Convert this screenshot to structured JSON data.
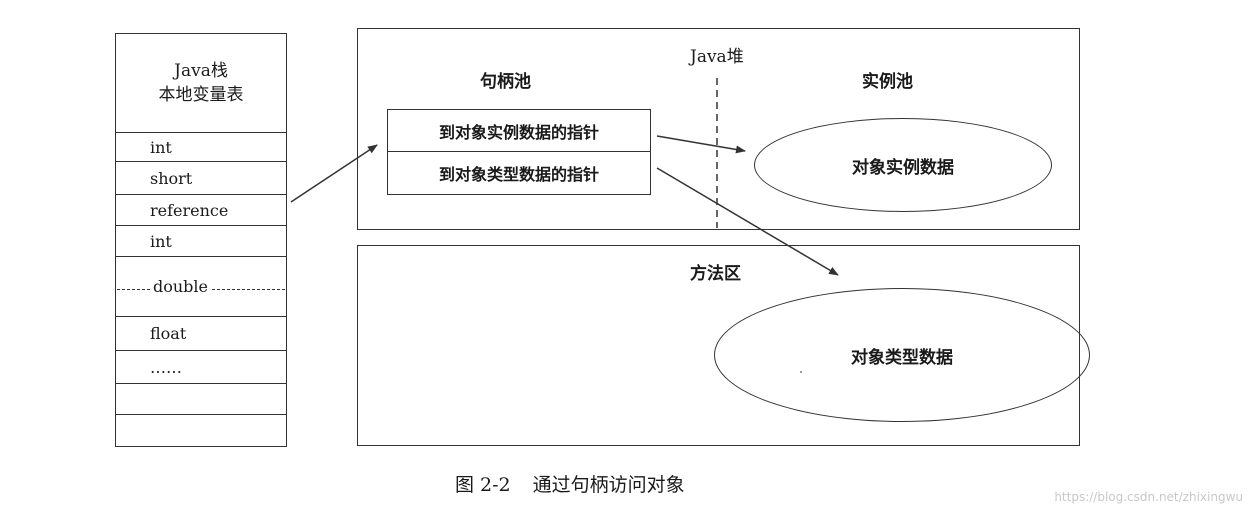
{
  "stack": {
    "title_line1": "Java栈",
    "title_line2": "本地变量表",
    "rows": [
      "int",
      "short",
      "reference",
      "int",
      "double",
      "float",
      "……",
      "",
      ""
    ]
  },
  "heap": {
    "title": "Java堆",
    "handle_pool": {
      "label": "句柄池",
      "entries": [
        "到对象实例数据的指针",
        "到对象类型数据的指针"
      ]
    },
    "instance_pool": {
      "label": "实例池",
      "ellipse_label": "对象实例数据"
    }
  },
  "method_area": {
    "title": "方法区",
    "ellipse_label": "对象类型数据"
  },
  "caption": {
    "figure_number": "图 2-2",
    "text": "通过句柄访问对象"
  },
  "watermark": "https://blog.csdn.net/zhixingwu"
}
